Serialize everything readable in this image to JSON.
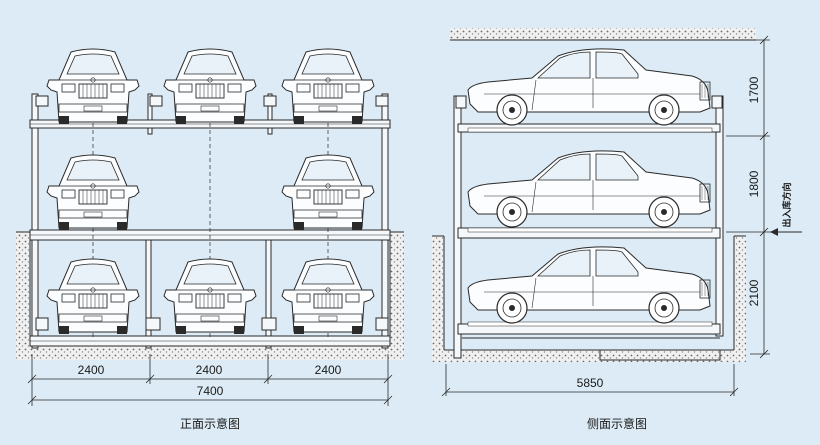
{
  "front_view": {
    "caption": "正面示意图",
    "dims": {
      "bay_1": "2400",
      "bay_2": "2400",
      "bay_3": "2400",
      "total": "7400"
    }
  },
  "side_view": {
    "caption": "侧面示意图",
    "dims": {
      "level_top": "1700",
      "level_mid": "1800",
      "level_bottom": "2100",
      "length": "5850"
    },
    "entry_label": "出入库方向"
  },
  "colors": {
    "background": "#dcebf5",
    "line": "#2a2a2a",
    "ground": "#8a8a8a"
  }
}
